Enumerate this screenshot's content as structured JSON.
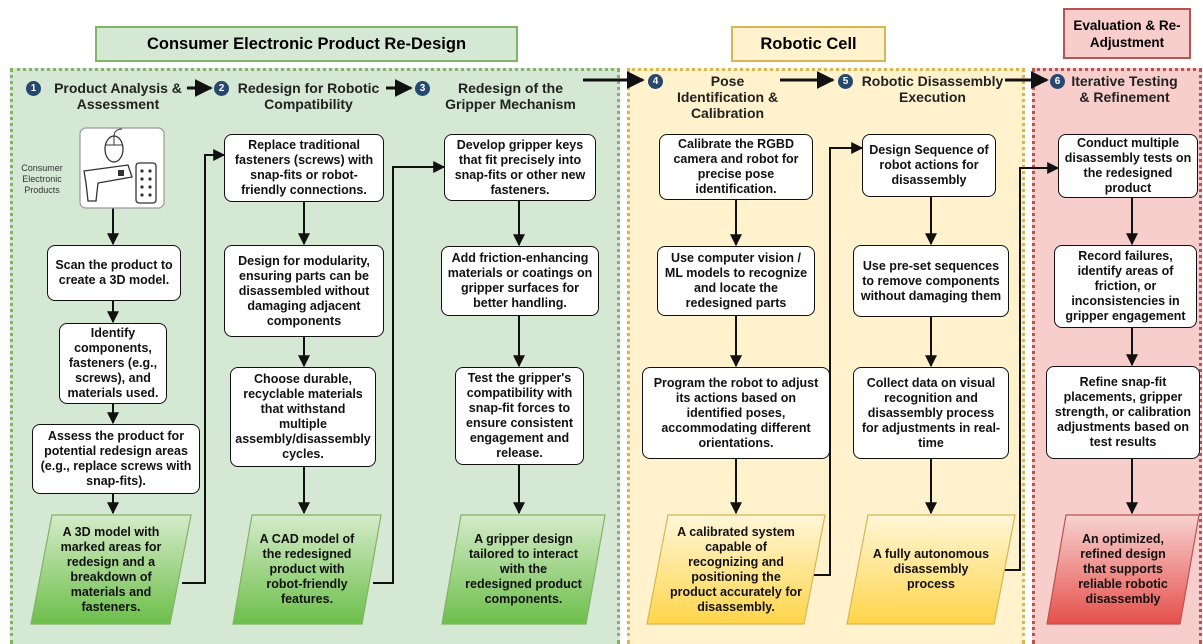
{
  "headers": {
    "ce": "Consumer Electronic Product Re-Design",
    "rc": "Robotic Cell",
    "ev": "Evaluation & Re-Adjustment"
  },
  "colors": {
    "ce_border": "#82b366",
    "ce_fill": "#d5e8d4",
    "rc_border": "#d6b656",
    "rc_fill": "#fff2cc",
    "ev_border": "#b85450",
    "ev_fill": "#f8cecc",
    "step_num": "#26486e"
  },
  "image_label": "Consumer Electronic Products",
  "steps": [
    {
      "num": "1",
      "title": "Product Analysis & Assessment",
      "boxes": [
        "Scan the product to create a 3D model.",
        "Identify components, fasteners (e.g., screws), and materials used.",
        "Assess the product for potential redesign areas (e.g., replace screws with snap-fits)."
      ],
      "output": "A 3D model with marked areas for redesign and a breakdown of materials and fasteners."
    },
    {
      "num": "2",
      "title": "Redesign for Robotic Compatibility",
      "boxes": [
        "Replace traditional fasteners (screws) with snap-fits or robot-friendly connections.",
        "Design for modularity, ensuring parts can be disassembled without damaging adjacent components",
        "Choose durable, recyclable materials that withstand multiple assembly/disassembly cycles."
      ],
      "output": "A CAD model of the redesigned product with robot-friendly features."
    },
    {
      "num": "3",
      "title": "Redesign of the Gripper Mechanism",
      "boxes": [
        "Develop gripper keys that fit precisely into snap-fits or other new fasteners.",
        "Add friction-enhancing materials or coatings on gripper surfaces for better handling.",
        "Test the gripper's compatibility with snap-fit forces to ensure consistent engagement and release."
      ],
      "output": "A gripper design tailored to interact with the redesigned product components."
    },
    {
      "num": "4",
      "title": "Pose Identification & Calibration",
      "boxes": [
        "Calibrate the RGBD camera and robot for precise pose identification.",
        "Use computer vision / ML models to recognize and locate the redesigned parts",
        "Program the robot to adjust its actions based on identified poses, accommodating different orientations."
      ],
      "output": "A calibrated system capable of recognizing and positioning the product accurately for disassembly."
    },
    {
      "num": "5",
      "title": "Robotic Disassembly Execution",
      "boxes": [
        "Design Sequence of robot actions for disassembly",
        "Use pre-set sequences to remove components without damaging them",
        "Collect data on visual recognition and disassembly process for adjustments in real-time"
      ],
      "output": "A fully autonomous disassembly process"
    },
    {
      "num": "6",
      "title": "Iterative Testing & Refinement",
      "boxes": [
        "Conduct multiple disassembly tests on the redesigned product",
        "Record failures, identify areas of friction, or inconsistencies in gripper engagement",
        "Refine snap-fit placements, gripper strength, or calibration adjustments based on test results"
      ],
      "output": "An optimized, refined design that supports reliable robotic disassembly"
    }
  ]
}
